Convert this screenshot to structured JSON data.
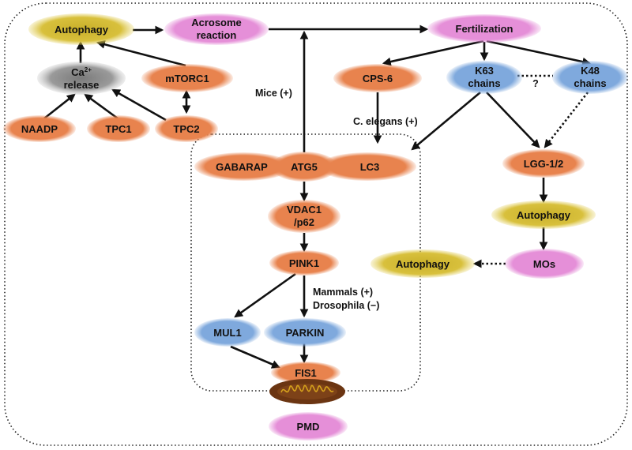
{
  "colors": {
    "orange": "#e8834e",
    "blue": "#7fa9dd",
    "pink": "#e58fd8",
    "gold": "#cbb123",
    "gray": "#8a8a8a",
    "mito": "#6b3512",
    "mito_inner": "#d6a21c"
  },
  "nodes": {
    "autophagy_top": "Autophagy",
    "acrosome_line1": "Acrosome",
    "acrosome_line2": "reaction",
    "fertilization": "Fertilization",
    "ca_line1_base": "Ca",
    "ca_line1_sup": "2+",
    "ca_line2": "release",
    "mtorc1": "mTORC1",
    "naadp": "NAADP",
    "tpc1": "TPC1",
    "tpc2": "TPC2",
    "cps6": "CPS-6",
    "k63_line1": "K63",
    "k63_line2": "chains",
    "k48_line1": "K48",
    "k48_line2": "chains",
    "gabarap": "GABARAP",
    "atg5": "ATG5",
    "lc3": "LC3",
    "vdac1_line1": "VDAC1",
    "vdac1_line2": "/p62",
    "pink1": "PINK1",
    "mul1": "MUL1",
    "parkin": "PARKIN",
    "fis1": "FIS1",
    "pmd": "PMD",
    "lgg12": "LGG-1/2",
    "autophagy_right": "Autophagy",
    "mos": "MOs",
    "autophagy_left": "Autophagy"
  },
  "annotations": {
    "mice": "Mice (+)",
    "celegans": "C. elegans (+)",
    "mammals": "Mammals (+)",
    "drosophila": "Drosophila (−)",
    "question": "?"
  }
}
